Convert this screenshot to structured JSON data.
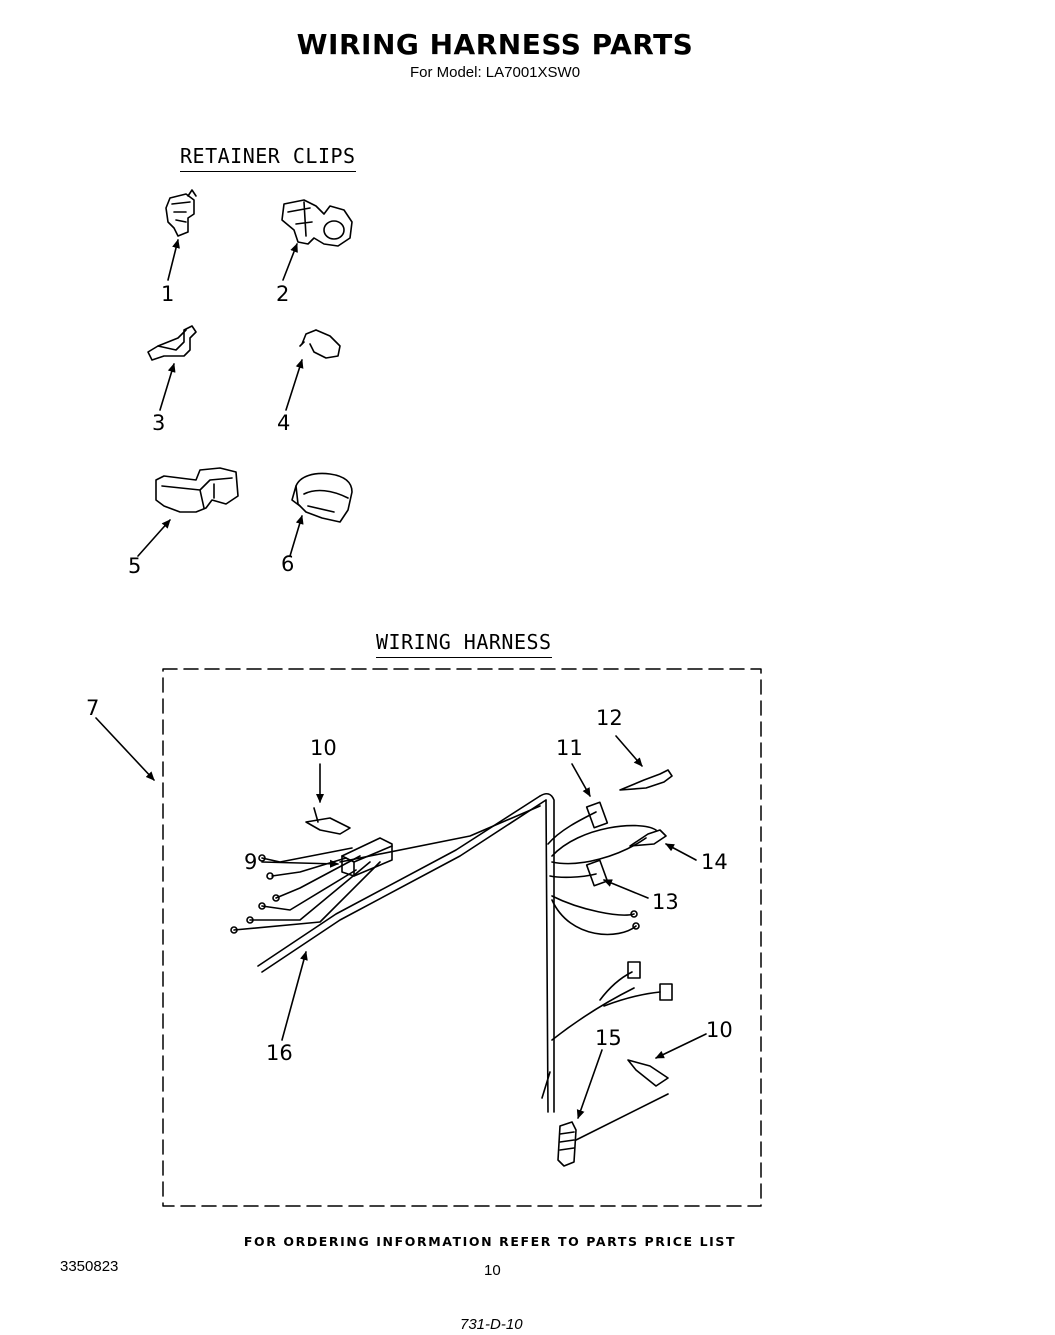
{
  "header": {
    "title": "WIRING HARNESS PARTS",
    "subtitle": "For Model: LA7001XSW0"
  },
  "sections": {
    "retainer_clips": "RETAINER CLIPS",
    "wiring_harness": "WIRING HARNESS"
  },
  "callouts": {
    "c1": "1",
    "c2": "2",
    "c3": "3",
    "c4": "4",
    "c5": "5",
    "c6": "6",
    "c7": "7",
    "c9": "9",
    "c10a": "10",
    "c10b": "10",
    "c11": "11",
    "c12": "12",
    "c13": "13",
    "c14": "14",
    "c15": "15",
    "c16": "16"
  },
  "footer": {
    "note": "FOR ORDERING INFORMATION REFER TO PARTS PRICE LIST",
    "doc_number": "3350823",
    "page_number": "10",
    "code": "731-D-10"
  }
}
